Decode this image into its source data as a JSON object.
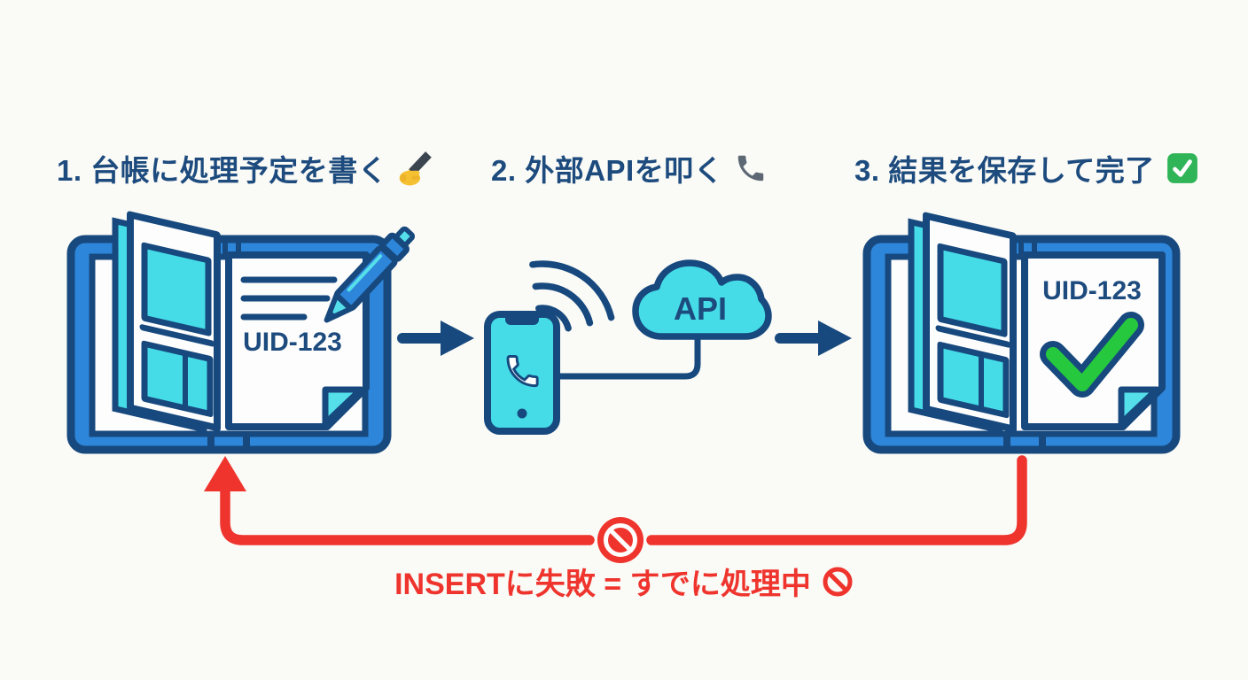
{
  "title_implicit": "",
  "palette": {
    "background": "#fafaf6",
    "navy_outline": "#17497e",
    "heading_text": "#1d4b7e",
    "book_blue": "#2e86db",
    "cyan": "#45dce8",
    "fold_cyan": "#55dfea",
    "check_green": "#26c83e",
    "loop_red": "#ef342e",
    "emoji_gray": "#5d6874",
    "emoji_hand_yellow": "#f5c132",
    "emoji_check_green": "#2fb457"
  },
  "steps": [
    {
      "label": "1. 台帳に処理予定を書く",
      "icon": "writing-hand",
      "ledger_id": "UID-123"
    },
    {
      "label": "2. 外部APIを叩く",
      "icon": "telephone-receiver",
      "cloud_label": "API"
    },
    {
      "label": "3. 結果を保存して完了",
      "icon": "check-mark-button",
      "ledger_id": "UID-123"
    }
  ],
  "failure_loop": {
    "caption": "INSERTに失敗 = すでに処理中",
    "icon": "prohibited-sign"
  }
}
